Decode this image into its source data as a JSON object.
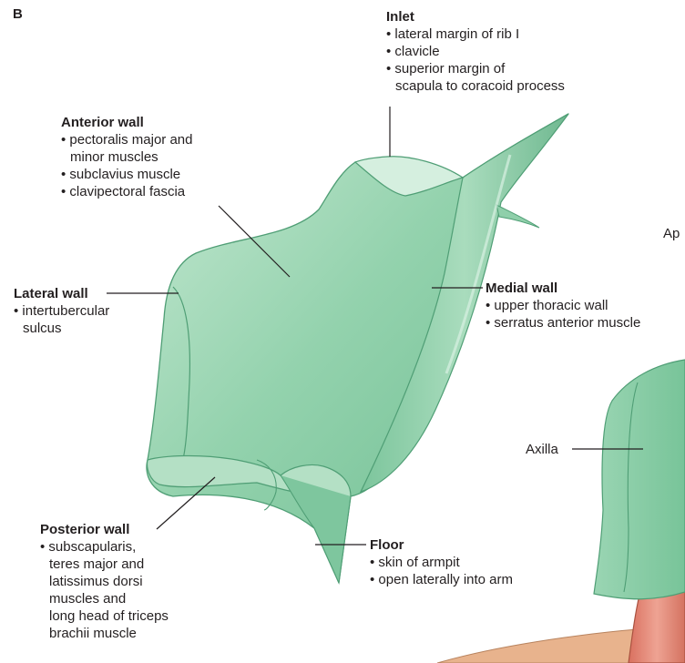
{
  "panel_letter": "B",
  "labels": {
    "inlet": {
      "title": "Inlet",
      "items": [
        "lateral margin of rib I",
        "clavicle",
        "superior margin of"
      ],
      "continuation": "scapula to coracoid process"
    },
    "anterior_wall": {
      "title": "Anterior wall",
      "item1": "pectoralis major and",
      "item1_cont": "minor muscles",
      "item2": "subclavius muscle",
      "item3": "clavipectoral fascia"
    },
    "lateral_wall": {
      "title": "Lateral wall",
      "item1": "intertubercular",
      "item1_cont": "sulcus"
    },
    "medial_wall": {
      "title": "Medial wall",
      "items": [
        "upper thoracic wall",
        "serratus anterior muscle"
      ]
    },
    "posterior_wall": {
      "title": "Posterior wall",
      "item1": "subscapularis,",
      "continuation": [
        "teres major and",
        "latissimus dorsi",
        "muscles and",
        "long head of triceps",
        "brachii muscle"
      ]
    },
    "floor": {
      "title": "Floor",
      "items": [
        "skin of armpit",
        "open laterally into arm"
      ]
    },
    "axilla": "Axilla",
    "apex_partial": "Ap"
  },
  "colors": {
    "wall_fill": "#8ccfa8",
    "wall_edge": "#4f9e75",
    "wall_highlight": "#c6e8d2",
    "arm_red": "#e08a7e",
    "skin_tan": "#e8b38d",
    "leader": "#231f20"
  }
}
